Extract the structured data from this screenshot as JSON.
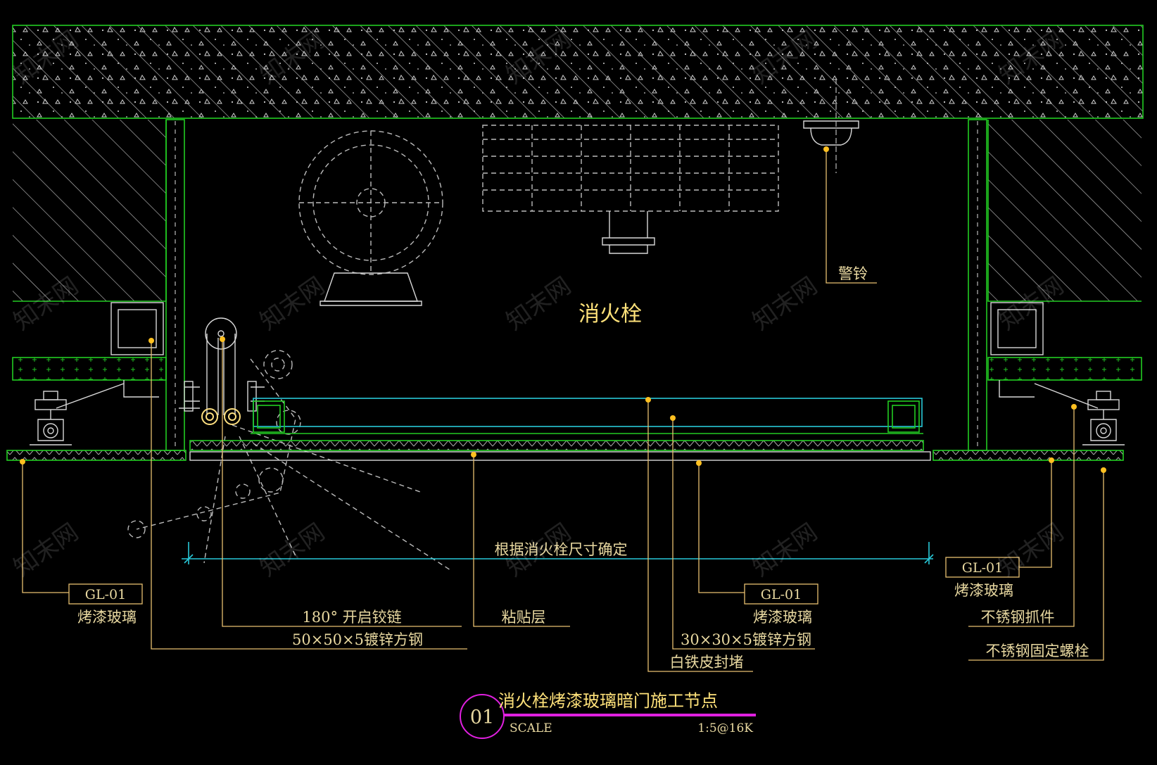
{
  "labels": {
    "hydrant": "消火栓",
    "alarm_bell": "警铃",
    "dimension_note": "根据消火栓尺寸确定",
    "glass_left_code": "GL-01",
    "glass_left_name": "烤漆玻璃",
    "hinge": "180° 开启铰链",
    "steel_50": "50×50×5镀锌方钢",
    "adhesive": "粘贴层",
    "glass_mid_code": "GL-01",
    "glass_mid_name": "烤漆玻璃",
    "steel_30": "30×30×5镀锌方钢",
    "tin_seal": "白铁皮封堵",
    "glass_right_code": "GL-01",
    "glass_right_name": "烤漆玻璃",
    "ss_clamp": "不锈钢抓件",
    "ss_bolt": "不锈钢固定螺栓"
  },
  "title_block": {
    "number": "01",
    "title": "消火栓烤漆玻璃暗门施工节点",
    "scale_label": "SCALE",
    "scale_value": "1:5@16K"
  },
  "watermark": "知末网",
  "colors": {
    "background": "#000000",
    "outline_green": "#22cc22",
    "leader_yellow": "#e8c070",
    "dimension_cyan": "#28c8d8",
    "title_underline": "#e020e0"
  }
}
